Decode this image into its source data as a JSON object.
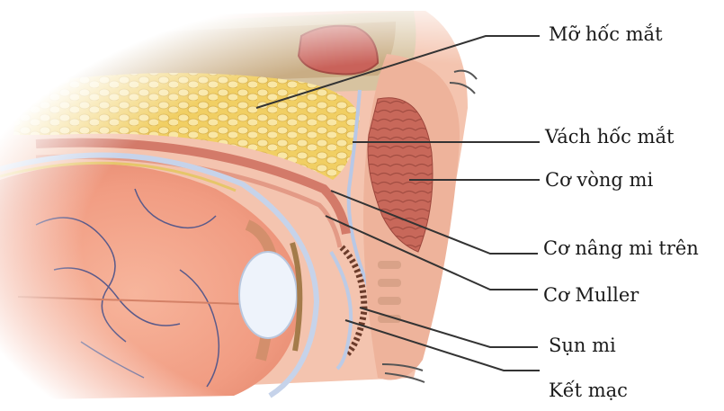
{
  "labels": {
    "orbital_fat": "Mỡ hốc mắt",
    "orbital_septum": "Vách hốc mắt",
    "orbicularis": "Cơ vòng mi",
    "levator": "Cơ nâng mi trên",
    "muller": "Cơ Muller",
    "tarsus": "Sụn mi",
    "conjunctiva": "Kết mạc"
  },
  "colors": {
    "background": "#ffffff",
    "leader_line": "#333333",
    "label_text": "#1a1a1a",
    "eyeball": "#f2a48a",
    "fat": "#f3d46e",
    "muscle": "#c9695a",
    "septum": "#b9c9e6",
    "lens": "#eef3fa",
    "skin": "#f0b8a2",
    "bone": "#d9c9a8"
  }
}
